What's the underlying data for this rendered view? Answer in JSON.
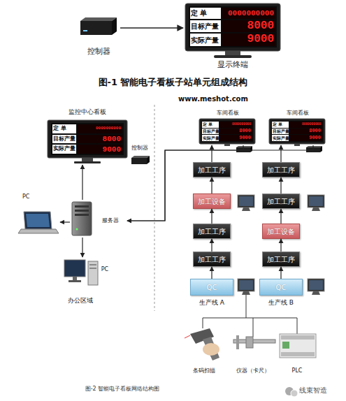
{
  "diagram": {
    "caption": "图-2 智能电子看板网络结构图",
    "nodes": [
      {
        "text": [
          "控制器"
        ]
      },
      {
        "text": [
          "显示终端"
        ]
      },
      {
        "text": [
          "定 单",
          "0000000000",
          "目标产量",
          "8000",
          "实际产量",
          "9000"
        ],
        "in": 1
      },
      {
        "text": [
          "监控中心看板"
        ]
      },
      {
        "text": [
          "定 单",
          "0000000000",
          "目标产量",
          "8000",
          "实际产量",
          "9000"
        ],
        "in": 3
      },
      {
        "text": [
          "控制器"
        ]
      },
      {
        "text": [
          "服务器"
        ]
      },
      {
        "text": [
          "PC"
        ]
      },
      {
        "text": [
          "PC"
        ]
      },
      {
        "text": [
          "车间看板"
        ]
      },
      {
        "text": [
          "定 单",
          "0000000000",
          "目标产量",
          "8000",
          "实际产量",
          "9000"
        ],
        "in": 9
      },
      {
        "text": [
          "车间看板"
        ]
      },
      {
        "text": [
          "定 单",
          "0000000000",
          "目标产量",
          "8000",
          "实际产量",
          "9000"
        ],
        "in": 11
      },
      {
        "text": [
          "加工工序"
        ]
      },
      {
        "text": [
          "加工设备"
        ]
      },
      {
        "text": [
          "加工工序"
        ]
      },
      {
        "text": [
          "加工工序"
        ]
      },
      {
        "text": [
          "QC"
        ]
      },
      {
        "text": [
          "加工工序"
        ]
      },
      {
        "text": [
          "加工工序"
        ]
      },
      {
        "text": [
          "加工设备"
        ]
      },
      {
        "text": [
          "加工工序"
        ]
      },
      {
        "text": [
          "QC"
        ]
      }
    ],
    "edges": [
      {
        "from": 0,
        "to": 1,
        "arrow": "to"
      },
      {
        "from": 6,
        "to": 3,
        "arrow": "to"
      },
      {
        "from": 6,
        "to": 7,
        "arrow": "to"
      },
      {
        "from": 6,
        "to": 8,
        "arrow": "to"
      },
      {
        "from": 9,
        "to": 6,
        "arrow": "to"
      },
      {
        "from": 11,
        "to": 6,
        "arrow": "to"
      },
      {
        "from": 17,
        "to": 16,
        "arrow": "to"
      },
      {
        "from": 16,
        "to": 15,
        "arrow": "to"
      },
      {
        "from": 15,
        "to": 14,
        "arrow": "to"
      },
      {
        "from": 14,
        "to": 13,
        "arrow": "to"
      },
      {
        "from": 13,
        "to": 9,
        "arrow": "to"
      },
      {
        "from": 22,
        "to": 21,
        "arrow": "to"
      },
      {
        "from": 21,
        "to": 20,
        "arrow": "to"
      },
      {
        "from": 20,
        "to": 19,
        "arrow": "to"
      },
      {
        "from": 19,
        "to": 18,
        "arrow": "to"
      },
      {
        "from": 18,
        "to": 11,
        "arrow": "to"
      }
    ],
    "labels": [
      "图-1 智能电子看板子站单元组成结构",
      "www.meshot.com",
      "办公区域",
      "生产线 A",
      "生产线 B",
      "条码扫描",
      "仪器（卡尺）",
      "PLC",
      "线束智造"
    ]
  }
}
